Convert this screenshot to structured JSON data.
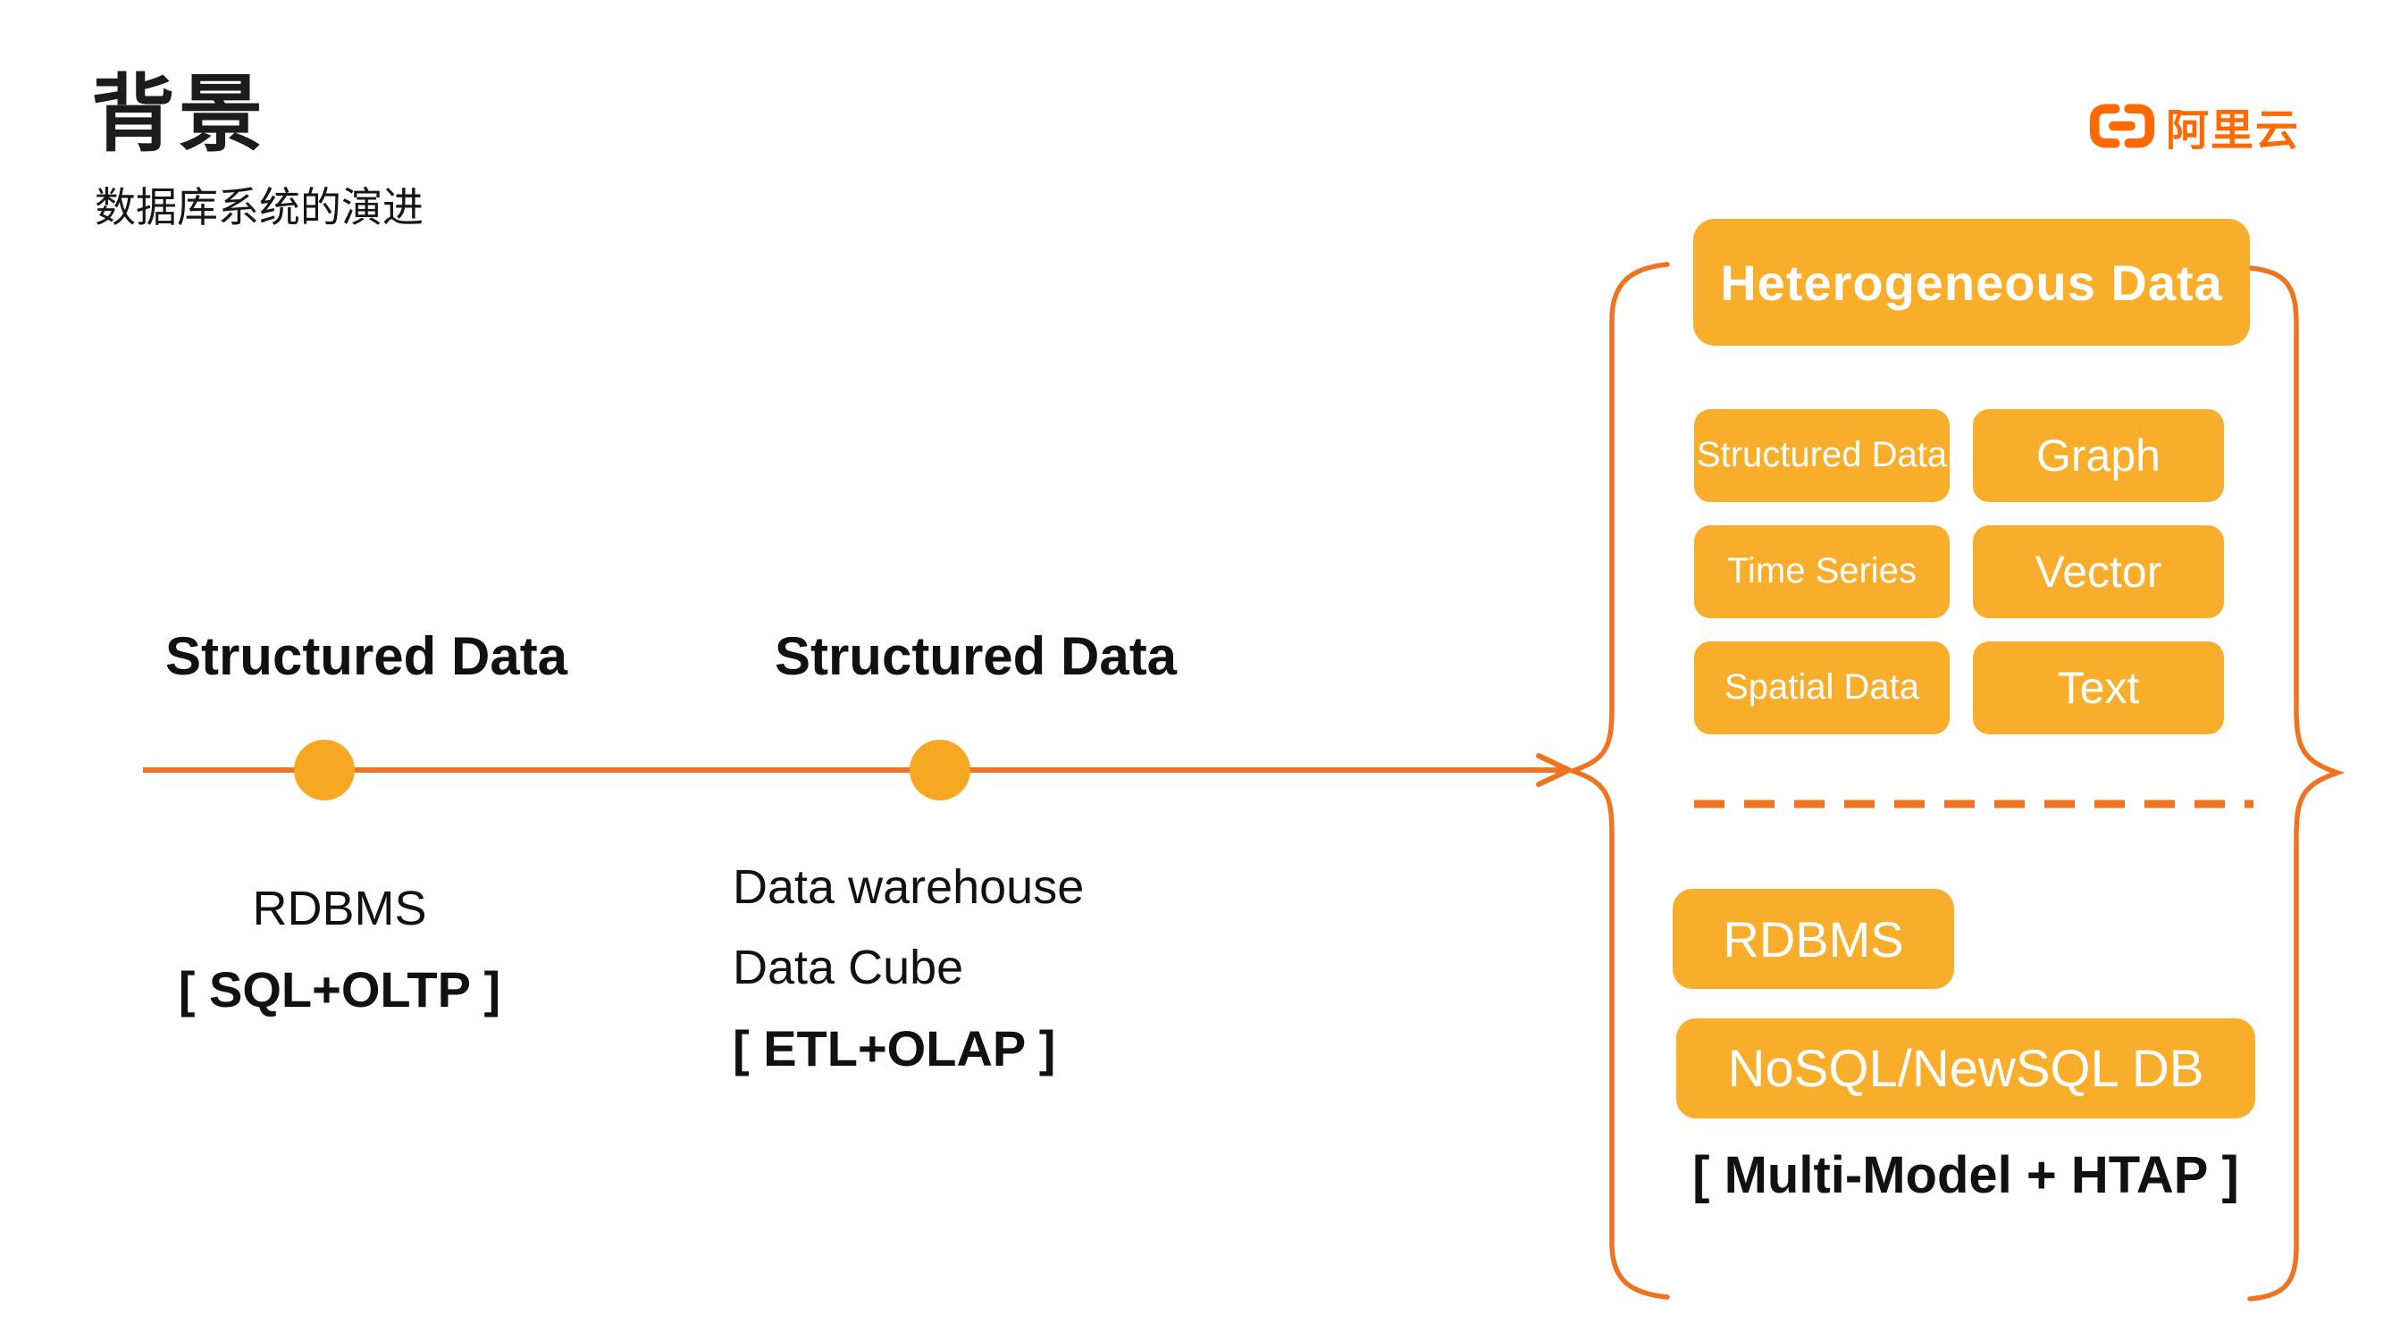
{
  "slide": {
    "title": "背景",
    "subtitle": "数据库系统的演进"
  },
  "logo": {
    "name": "Alibaba Cloud",
    "text": "阿里云"
  },
  "timeline": {
    "stages": [
      {
        "label": "Structured Data",
        "lines": [
          "RDBMS"
        ],
        "tech": "[ SQL+OLTP ]"
      },
      {
        "label": "Structured Data",
        "lines": [
          "Data warehouse",
          "Data Cube"
        ],
        "tech": "[ ETL+OLAP ]"
      }
    ]
  },
  "panel": {
    "header": "Heterogeneous Data",
    "data_types": [
      {
        "label": "Structured Data"
      },
      {
        "label": "Graph"
      },
      {
        "label": "Time Series"
      },
      {
        "label": "Vector"
      },
      {
        "label": "Spatial Data"
      },
      {
        "label": "Text"
      }
    ],
    "systems": [
      {
        "label": "RDBMS"
      },
      {
        "label": "NoSQL/NewSQL DB"
      }
    ],
    "tech": "[ Multi-Model + HTAP ]"
  },
  "colors": {
    "box": "#F9AE2B",
    "dot": "#F7A823",
    "accent": "#F07420",
    "logo": "#FF6A00",
    "ink": "#1C1C1C"
  }
}
